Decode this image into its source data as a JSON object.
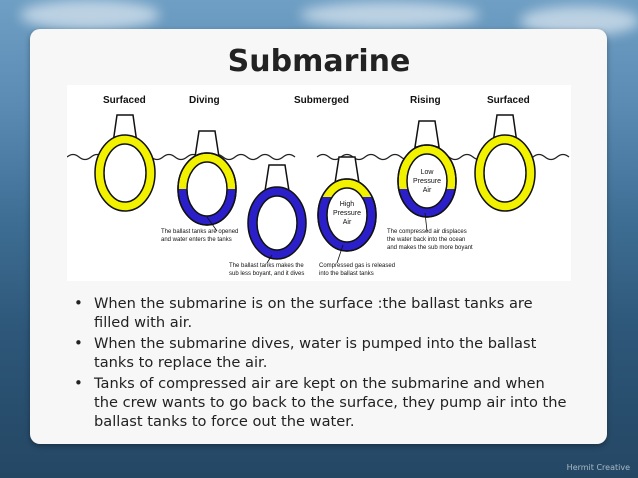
{
  "slide": {
    "title": "Submarine",
    "bullets": [
      "When the submarine is on the surface :the ballast tanks are filled with air.",
      "When the submarine dives, water is pumped into the ballast tanks to replace the air.",
      "Tanks of compressed air are kept on the submarine and when the crew wants to go back to the surface, they pump air into the ballast tanks to force out the water."
    ],
    "watermark": "Hermit Creative"
  },
  "diagram": {
    "stages": [
      "Surfaced",
      "Diving",
      "Submerged",
      "Rising",
      "Surfaced"
    ],
    "labels": {
      "high_pressure": [
        "High",
        "Pressure",
        "Air"
      ],
      "low_pressure": [
        "Low",
        "Pressure",
        "Air"
      ]
    },
    "captions": {
      "diving": [
        "The ballast tanks are opened",
        "and water enters the tanks"
      ],
      "submerged": [
        "The ballast tanks makes the",
        "sub less boyant, and it dives"
      ],
      "compressed": [
        "Compressed gas is released",
        "into the ballast tanks"
      ],
      "rising": [
        "The compressed air displaces",
        "the water back into the ocean",
        "and makes the sub more boyant"
      ]
    },
    "colors": {
      "air": "#f2f200",
      "water": "#2a1fc9",
      "outline": "#111111"
    }
  }
}
